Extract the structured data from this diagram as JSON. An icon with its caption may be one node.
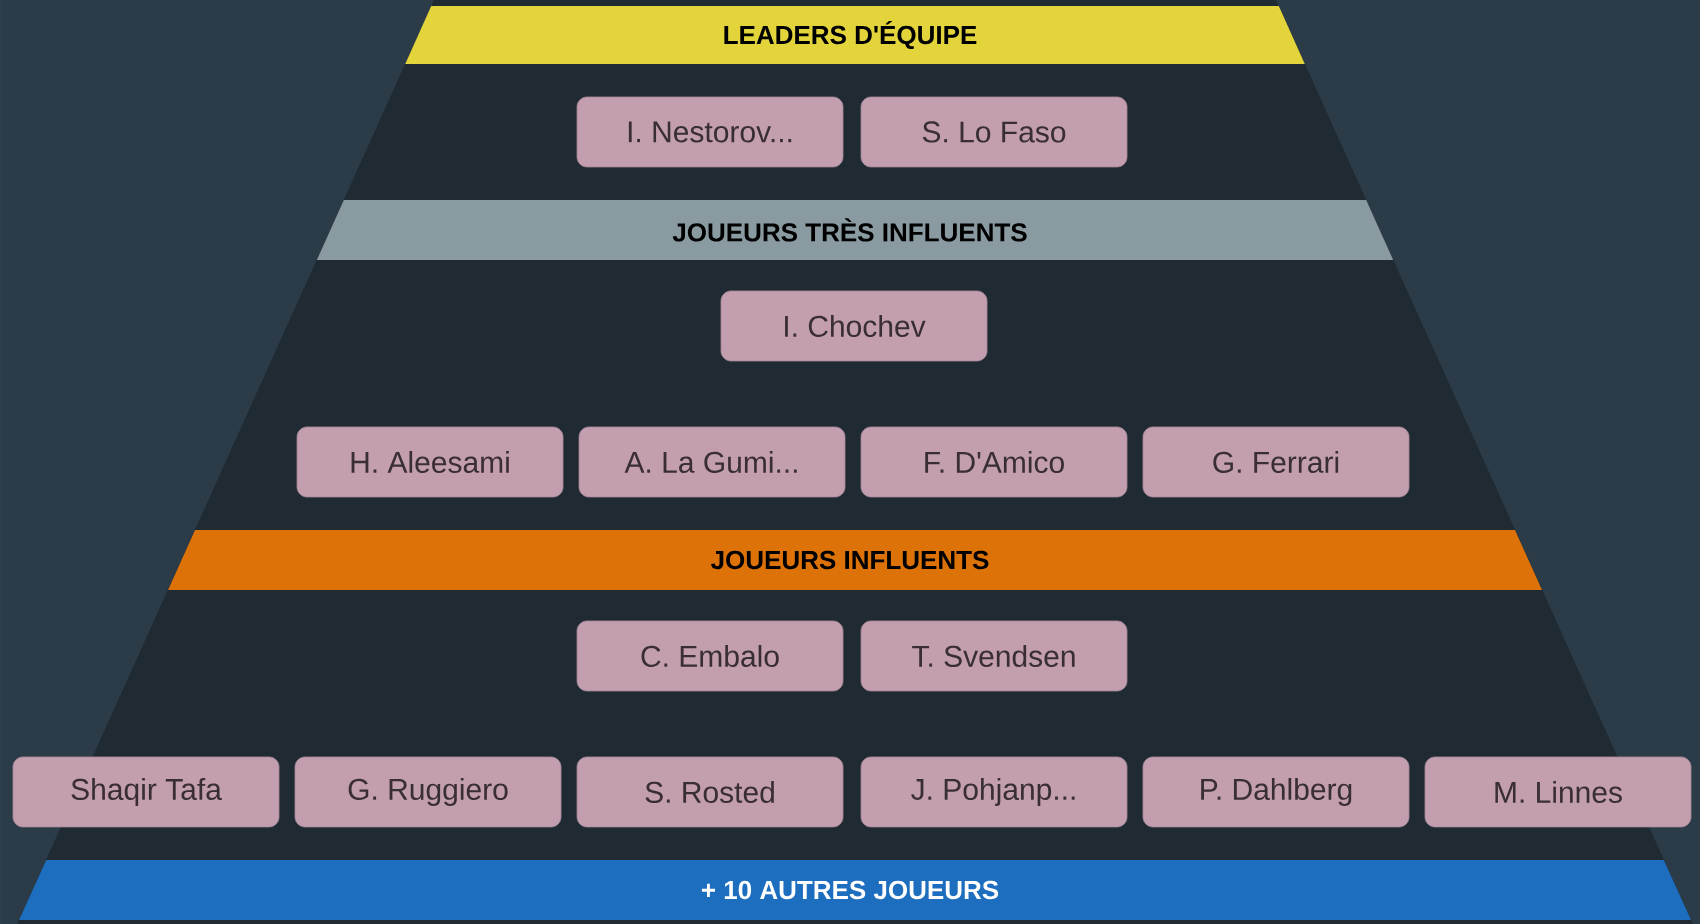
{
  "diagram": {
    "nodes": [
      {
        "text": [
          "LEADERS D'ÉQUIPE"
        ]
      },
      {
        "text": [
          "I. Nestorov..."
        ]
      },
      {
        "text": [
          "S. Lo Faso"
        ]
      },
      {
        "text": [
          "JOUEURS TRÈS INFLUENTS"
        ]
      },
      {
        "text": [
          "I. Chochev"
        ]
      },
      {
        "text": [
          "H. Aleesami"
        ]
      },
      {
        "text": [
          "A. La Gumi..."
        ]
      },
      {
        "text": [
          "F. D'Amico"
        ]
      },
      {
        "text": [
          "G. Ferrari"
        ]
      },
      {
        "text": [
          "JOUEURS INFLUENTS"
        ]
      },
      {
        "text": [
          "C. Embalo"
        ]
      },
      {
        "text": [
          "T. Svendsen"
        ]
      },
      {
        "text": [
          "Shaqir Tafa"
        ]
      },
      {
        "text": [
          "G. Ruggiero"
        ]
      },
      {
        "text": [
          "S. Rosted"
        ]
      },
      {
        "text": [
          "J. Pohjanp..."
        ]
      },
      {
        "text": [
          "P. Dahlberg"
        ]
      },
      {
        "text": [
          "M. Linnes"
        ]
      },
      {
        "text": [
          "+ 10 AUTRES JOUEURS"
        ]
      }
    ]
  }
}
